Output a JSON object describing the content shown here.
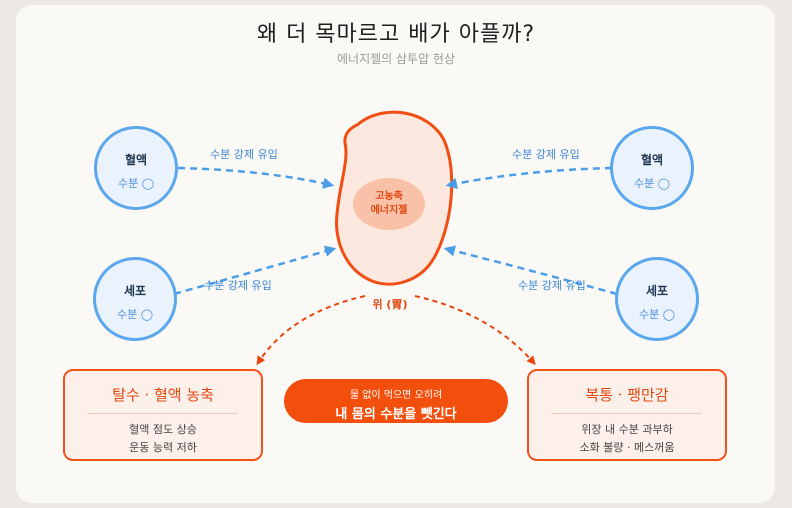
{
  "title": "왜 더 목마르고 배가 아플까?",
  "subtitle": "에너지젤의 삼투압 현상",
  "nodes": {
    "top_left": {
      "name": "혈액",
      "sub": "수분 ◯"
    },
    "top_right": {
      "name": "혈액",
      "sub": "수분 ◯"
    },
    "bottom_left": {
      "name": "세포",
      "sub": "수분 ◯"
    },
    "bottom_right": {
      "name": "세포",
      "sub": "수분 ◯"
    }
  },
  "flow_label": "수분 강제 유입",
  "core": {
    "line1": "고농축",
    "line2": "에너지젤"
  },
  "stomach_label": "위 (胃)",
  "left_box": {
    "heading": "탈수 · 혈액 농축",
    "lines": [
      "혈액 점도 상승",
      "운동 능력 저하"
    ]
  },
  "right_box": {
    "heading": "복통 · 팽만감",
    "lines": [
      "위장 내 수분 과부하",
      "소화 불량 · 메스꺼움"
    ]
  },
  "pill": {
    "small": "물 없이 먹으면 오히려",
    "big": "내 몸의 수분을 뺏긴다"
  },
  "colors": {
    "blue": "#5aa7ee",
    "orange": "#f0521a",
    "card": "#faf9f6"
  }
}
